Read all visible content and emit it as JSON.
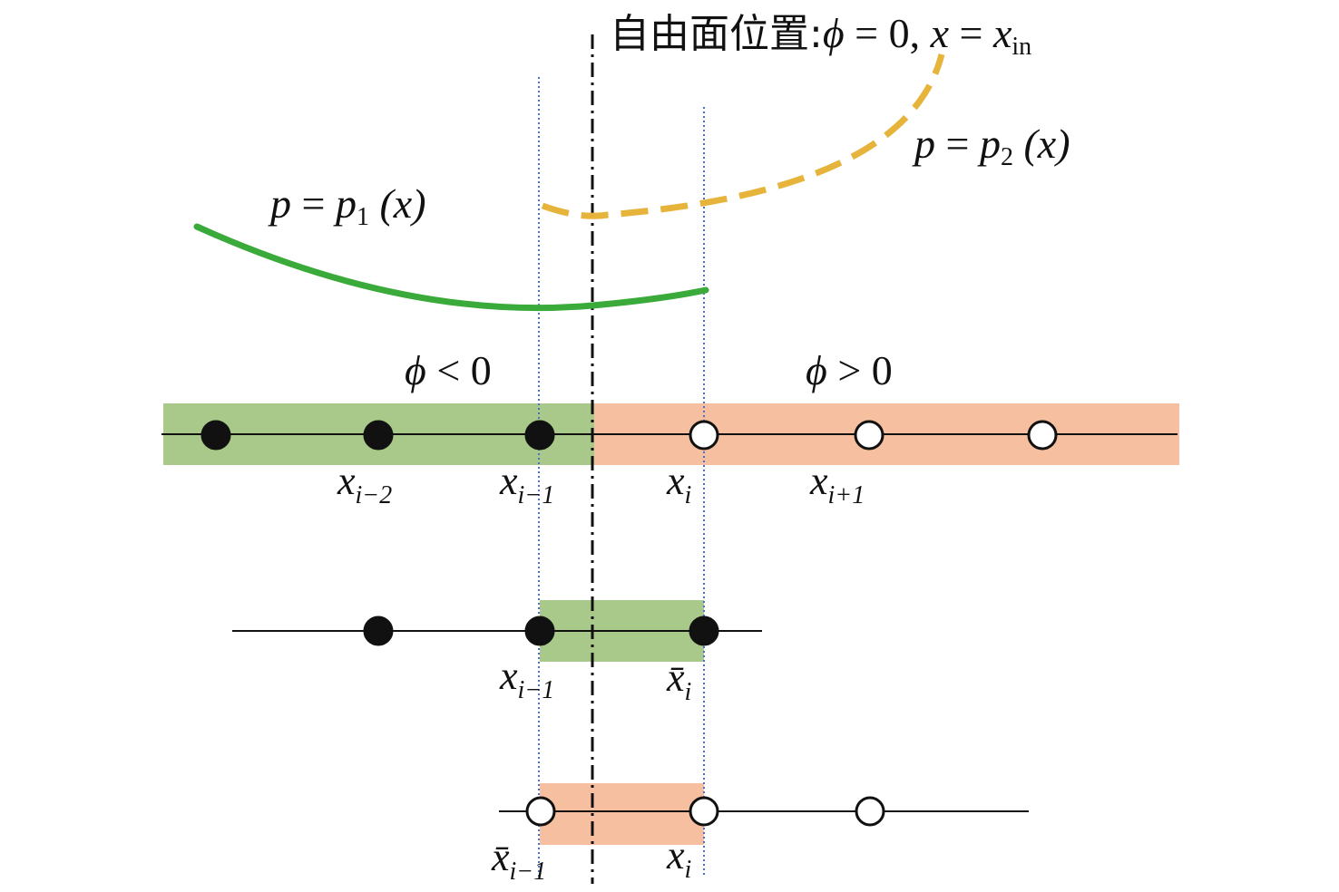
{
  "colors": {
    "phi_negative_region": "#a9c98a",
    "phi_positive_region": "#f5bfa0",
    "curve_p1": "#3aaa3a",
    "curve_p2": "#e6b43a",
    "interface_line": "#111111",
    "projection_lines": "#4a6fd0",
    "ghost_label": "#d42a2a",
    "node_filled": "#111111",
    "node_open": "#ffffff"
  },
  "labels": {
    "interface_cjk": "自由面位置:",
    "interface_eq_phi": "ϕ",
    "interface_eq_rest1": " = 0, ",
    "interface_eq_x": "x",
    "interface_eq_eq": " = ",
    "interface_eq_x2": "x",
    "interface_eq_sub": "in",
    "p2_p": "p",
    "p2_eq": " = ",
    "p2_p2": "p",
    "p2_sub": "2",
    "p2_arg": " (x)",
    "p1_p": "p",
    "p1_eq": " = ",
    "p1_p2": "p",
    "p1_sub": "1",
    "p1_arg": " (x)",
    "phi_neg_sym": "ϕ",
    "phi_neg_rest": " < 0",
    "phi_pos_sym": "ϕ",
    "phi_pos_rest": " > 0"
  },
  "row1": {
    "x_labels": [
      {
        "base": "x",
        "sub": "i−2"
      },
      {
        "base": "x",
        "sub": "i−1"
      },
      {
        "base": "x",
        "sub": "i"
      },
      {
        "base": "x",
        "sub": "i+1"
      }
    ],
    "nodes": [
      "filled",
      "filled",
      "filled",
      "open",
      "open",
      "open"
    ]
  },
  "row2": {
    "label_left": {
      "base": "x",
      "sub": "i−1"
    },
    "label_right": {
      "base": "x̄",
      "sub": "i"
    },
    "nodes": [
      "filled",
      "filled",
      "filled"
    ]
  },
  "row3": {
    "label_left": {
      "base": "x̄",
      "sub": "i−1"
    },
    "label_right": {
      "base": "x",
      "sub": "i"
    },
    "nodes": [
      "open",
      "open",
      "open"
    ]
  }
}
